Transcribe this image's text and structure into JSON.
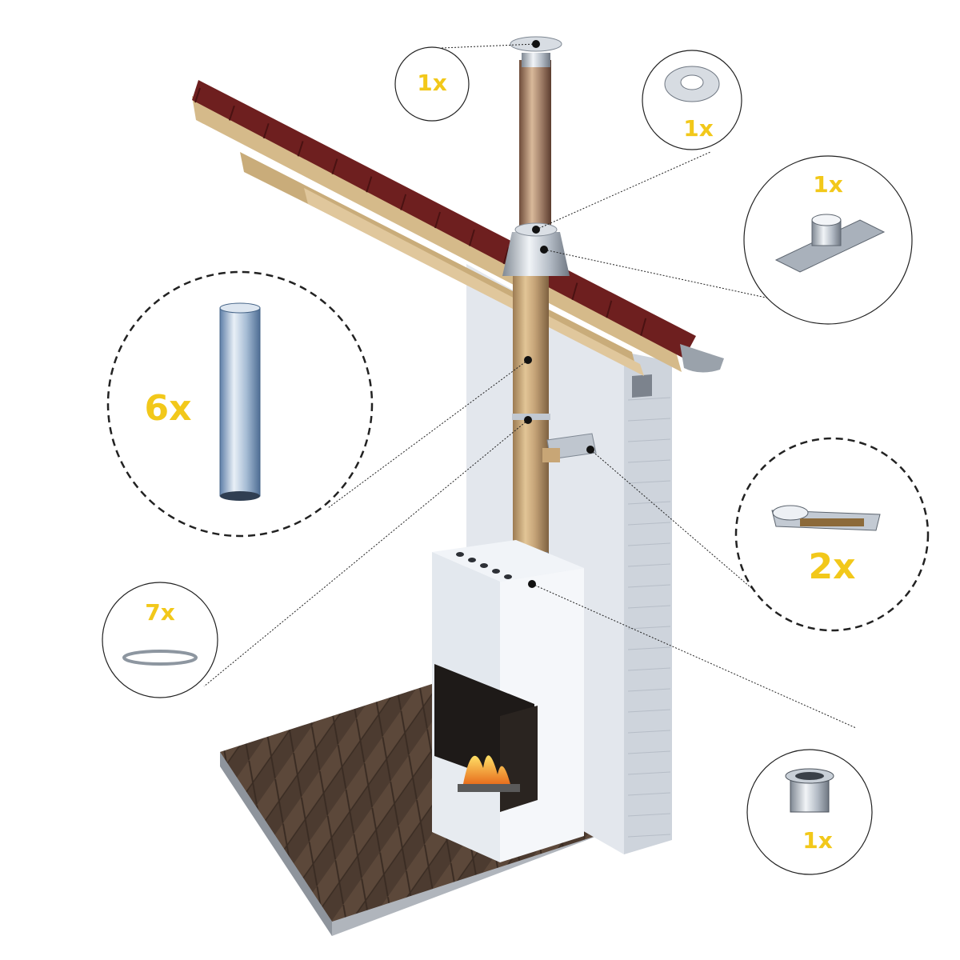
{
  "colors": {
    "accent_yellow": "#F2C81A",
    "roof_tile": "#6E1F1F",
    "roof_tile_dark": "#4E1414",
    "timber": "#D8BE8E",
    "wall": "#E4E8EE",
    "wall_side": "#C9CFD8",
    "brick": "#D2D7DF",
    "floor": "#4A3A31",
    "floor_dark": "#33271F",
    "slab": "#B8BDC4",
    "fireplace": "#EEF1F5",
    "pipe": "#C7A579",
    "steel": "#B9C1CB",
    "flame": "#F39A1B"
  },
  "components": [
    {
      "id": "rain-cap",
      "icon": "rain-cap-icon",
      "quantity": "1x"
    },
    {
      "id": "storm-collar",
      "icon": "storm-collar-icon",
      "quantity": "1x"
    },
    {
      "id": "roof-flashing",
      "icon": "roof-flashing-icon",
      "quantity": "1x"
    },
    {
      "id": "chimney-pipe",
      "icon": "chimney-pipe-icon",
      "quantity": "6x"
    },
    {
      "id": "wall-bracket",
      "icon": "wall-bracket-icon",
      "quantity": "2x"
    },
    {
      "id": "locking-band",
      "icon": "locking-band-icon",
      "quantity": "7x"
    },
    {
      "id": "starter-adapter",
      "icon": "starter-adapter-icon",
      "quantity": "1x"
    }
  ]
}
